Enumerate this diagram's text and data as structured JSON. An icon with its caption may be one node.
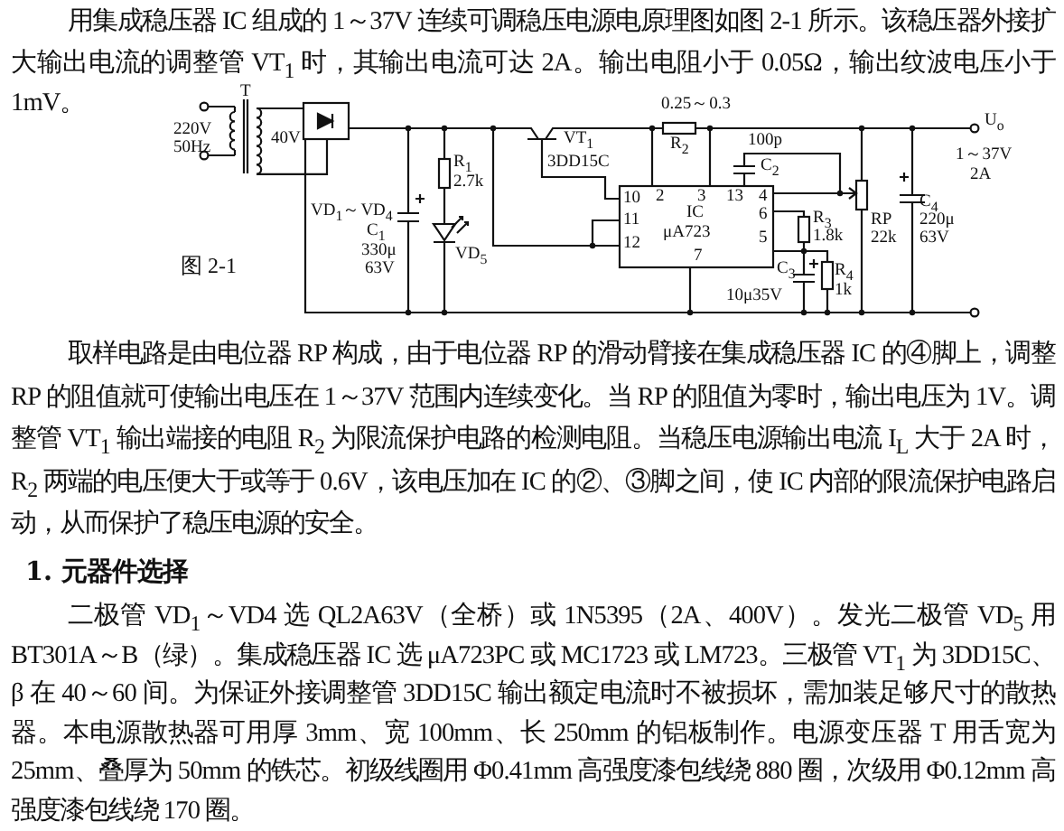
{
  "diagram": {
    "labels": [
      "用集成稳压器 IC 组成的 1～37V 连续可调稳压电源电原理图如图 2-1 所示。该稳压器外接扩大输出电流的调整管 VT$_{1}$ 时，其输出电流可达 2A。输出电阻小于 0.05Ω，输出纹波电压小于 1mV。",
      "T",
      "220V",
      "50Hz",
      "40V",
      "VD$_{1}$～VD$_{4}$",
      "C$_{1}$",
      "330μ",
      "63V",
      "R$_{1}$",
      "2.7k",
      "VD$_{5}$",
      "VT$_{1}$",
      "3DD15C",
      "0.25～0.3",
      "R$_{2}$",
      "100p",
      "C$_{2}$",
      "U$_{o}$",
      "1～37V",
      "2A",
      "10",
      "11",
      "12",
      "2",
      "3",
      "13",
      "4",
      "6",
      "5",
      "7",
      "IC",
      "μA723",
      "R$_{3}$",
      "1.8k",
      "RP",
      "22k",
      "C$_{4}$",
      "220μ",
      "63V",
      "C$_{3}$",
      "10μ35V",
      "R$_{4}$",
      "1k",
      "图 2-1",
      "取样电路是由电位器 RP 构成，由于电位器 RP 的滑动臂接在集成稳压器 IC 的④脚上，调整 RP 的阻值就可使输出电压在 1～37V 范围内连续变化。当 RP 的阻值为零时，输出电压为 1V。调整管 VT$_{1}$ 输出端接的电阻 R$_{2}$ 为限流保护电路的检测电阻。当稳压电源输出电流 I$_{L}$ 大于 2A 时，R$_{2}$ 两端的电压便大于或等于 0.6V，该电压加在 IC 的②、③脚之间，使 IC 内部的限流保护电路启动，从而保护了稳压电源的安全。",
      "1. 元器件选择",
      "二极管 VD$_{1}$～VD4 选 QL2A63V（全桥）或 1N5395（2A、400V）。发光二极管 VD$_{5}$ 用 BT301A～B（绿）。集成稳压器 IC 选 μA723PC 或 MC1723 或 LM723。三极管 VT$_{1}$ 为 3DD15C、β 在 40～60 间。为保证外接调整管 3DD15C 输出额定电流时不被损坏，需加装足够尺寸的散热器。本电源散热器可用厚 3mm、宽 100mm、长 250mm 的铝板制作。电源变压器 T 用舌宽为 25mm、叠厚为 50mm 的铁芯。初级线圈用 Φ0.41mm 高强度漆包线绕 880 圈，次级用 Φ0.12mm 高强度漆包线绕 170 圈。"
    ]
  }
}
